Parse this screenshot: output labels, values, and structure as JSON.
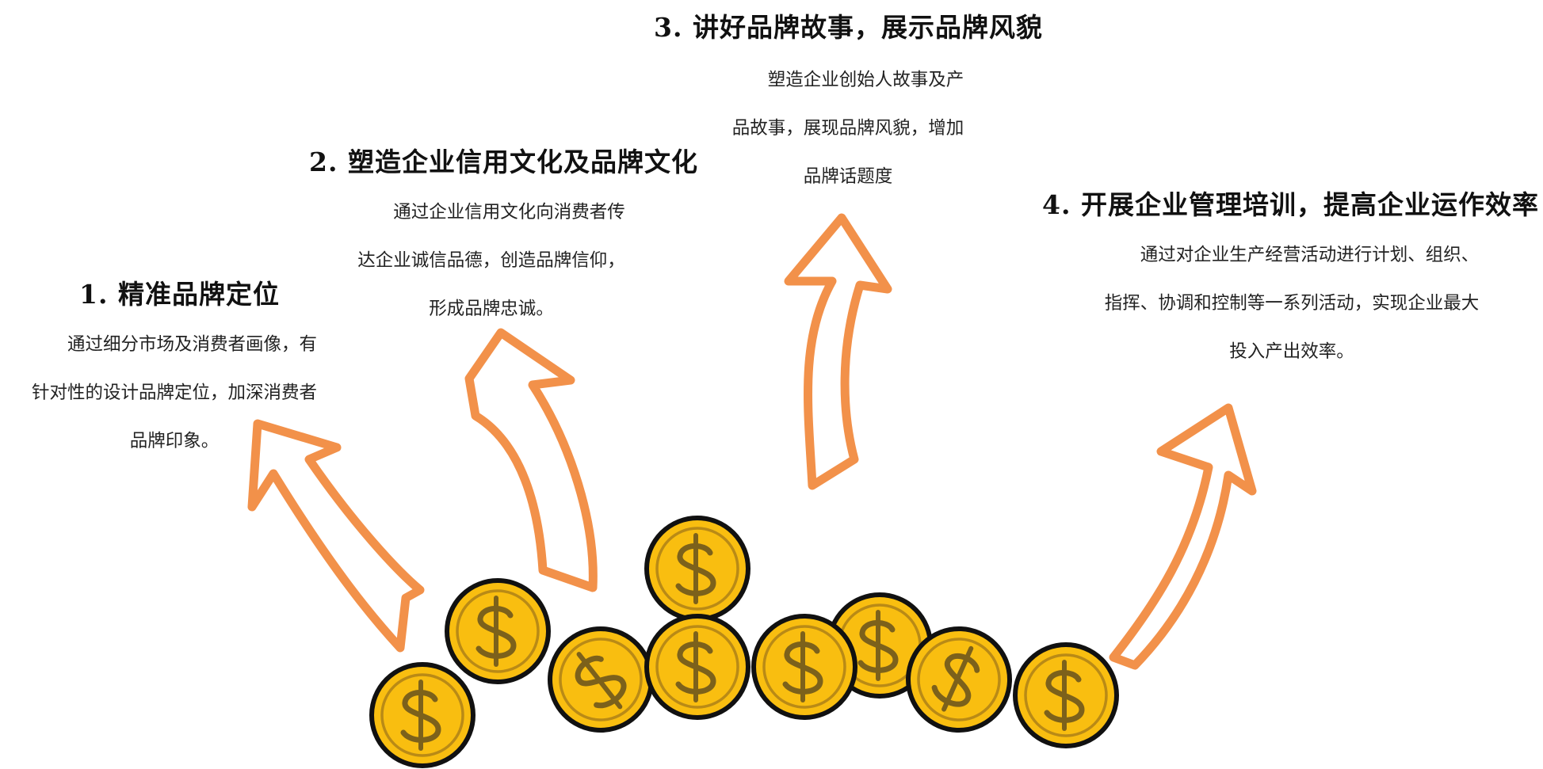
{
  "colors": {
    "arrow": "#F2914A",
    "coin_fill": "#F9BE10",
    "coin_mark": "#8A6A1F",
    "coin_outline": "#111111"
  },
  "icons": {
    "arrow": "curved-arrow-icon",
    "coin": "dollar-coin-icon"
  },
  "steps": [
    {
      "title": "1. 精准品牌定位",
      "lines": [
        "通过细分市场及消费者画像，有",
        "针对性的设计品牌定位，加深消费者",
        "品牌印象。"
      ]
    },
    {
      "title": "2. 塑造企业信用文化及品牌文化",
      "lines": [
        "通过企业信用文化向消费者传",
        "达企业诚信品德，创造品牌信仰，",
        "形成品牌忠诚。"
      ]
    },
    {
      "title": "3. 讲好品牌故事，展示品牌风貌",
      "lines": [
        "塑造企业创始人故事及产",
        "品故事，展现品牌风貌，增加",
        "品牌话题度"
      ]
    },
    {
      "title": "4. 开展企业管理培训，提高企业运作效率",
      "lines": [
        "通过对企业生产经营活动进行计划、组织、",
        "指挥、协调和控制等一系列活动，实现企业最大",
        "投入产出效率。"
      ]
    }
  ]
}
